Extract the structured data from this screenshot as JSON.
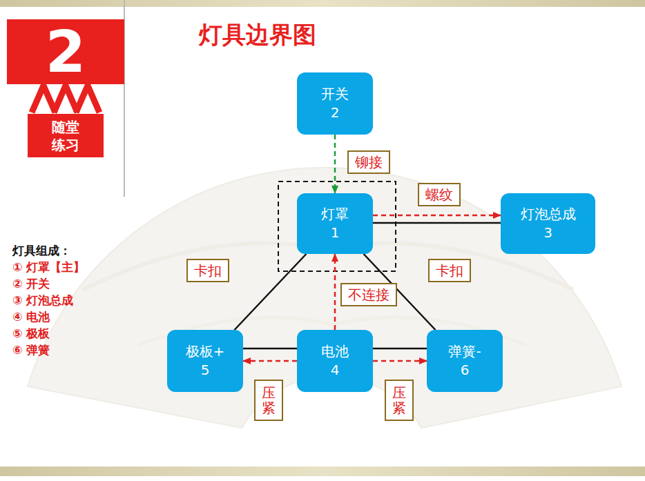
{
  "diagram": {
    "title": "灯具边界图",
    "nodes": [
      {
        "text": [
          "2"
        ]
      },
      {
        "text": [
          "随堂 练习"
        ]
      },
      {
        "text": [
          "开关",
          "2"
        ]
      },
      {
        "text": [
          "灯罩",
          "1"
        ]
      },
      {
        "text": [
          "灯泡总成",
          "3"
        ]
      },
      {
        "text": [
          "极板+",
          "5"
        ]
      },
      {
        "text": [
          "电池",
          "4"
        ]
      },
      {
        "text": [
          "弹簧-",
          "6"
        ]
      }
    ],
    "edges": [
      {
        "from": 2,
        "to": 3,
        "arrow": "to",
        "label": "铆接"
      },
      {
        "from": 3,
        "to": 4,
        "arrow": "to",
        "label": "螺纹"
      },
      {
        "from": 3,
        "to": 4,
        "arrow": "none"
      },
      {
        "from": 3,
        "to": 5,
        "arrow": "none",
        "label": "卡扣"
      },
      {
        "from": 3,
        "to": 7,
        "arrow": "none",
        "label": "卡扣"
      },
      {
        "from": 6,
        "to": 3,
        "arrow": "to",
        "label": "不连接"
      },
      {
        "from": 6,
        "to": 5,
        "arrow": "none"
      },
      {
        "from": 6,
        "to": 5,
        "arrow": "to",
        "label": "压紧"
      },
      {
        "from": 6,
        "to": 7,
        "arrow": "none"
      },
      {
        "from": 6,
        "to": 7,
        "arrow": "to",
        "label": "压紧"
      }
    ],
    "labels": [
      "灯具组成：",
      "① 灯罩【主】",
      "② 开关",
      "③ 灯泡总成",
      "④ 电池",
      "⑤ 极板",
      "⑥ 弹簧"
    ]
  }
}
